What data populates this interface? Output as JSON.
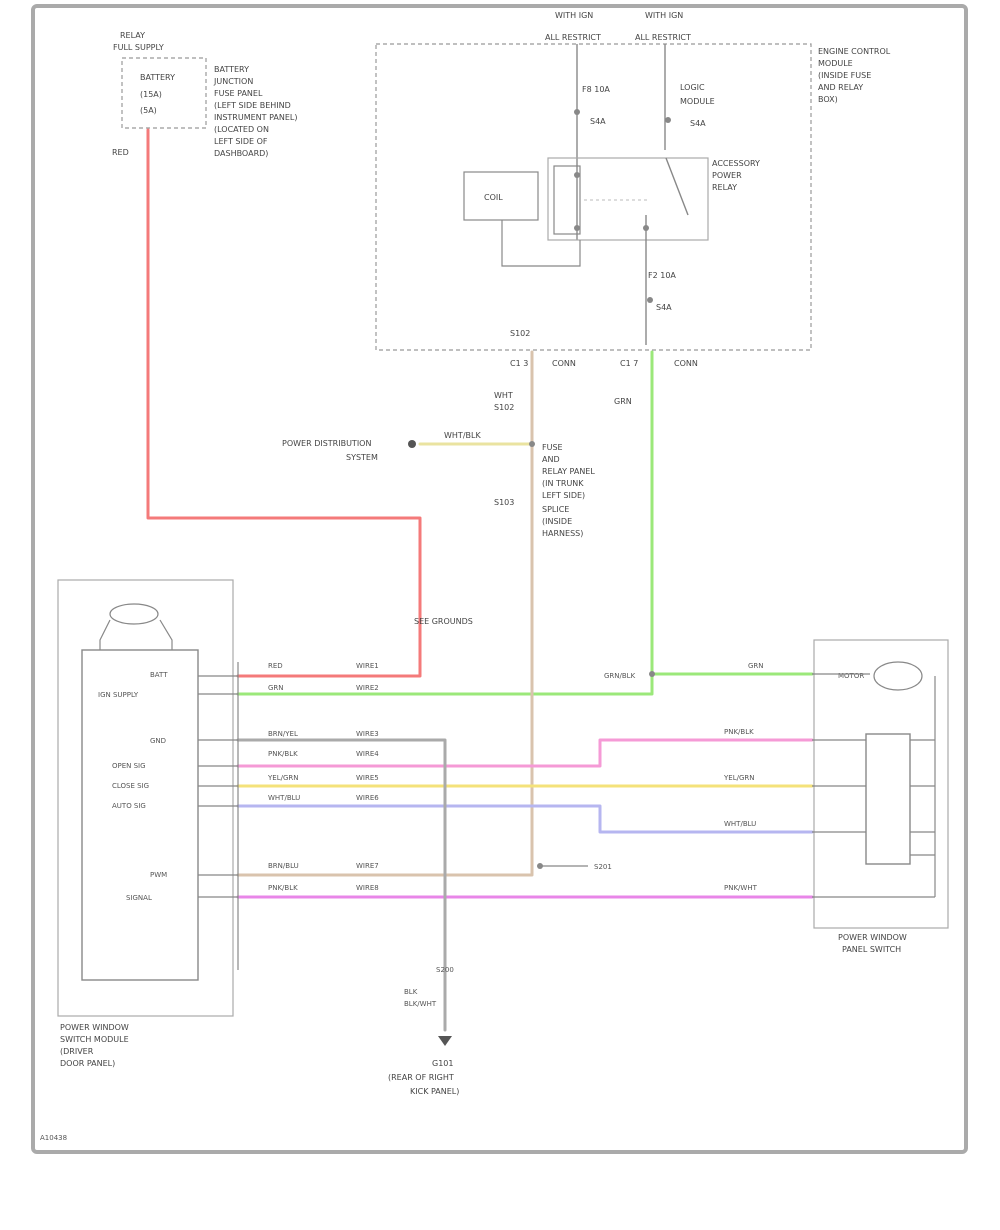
{
  "colors": {
    "red": "#f47a7a",
    "green": "#9be87a",
    "pink": "#f59ad6",
    "yellow": "#f4e27a",
    "blue": "#b6b6f0",
    "magenta": "#e886e8",
    "tan": "#d9c3ad",
    "gray": "#888888"
  },
  "diagram": {
    "top_fuse": [
      "RELAY",
      "FULL SUPPLY"
    ],
    "top_fuse_lines": [
      "BATTERY",
      "(15A)",
      "(5A)"
    ],
    "top_fuse_desc": [
      "BATTERY",
      "JUNCTION",
      "FUSE PANEL",
      "(LEFT SIDE BEHIND",
      "INSTRUMENT PANEL)",
      "(LOCATED ON",
      "LEFT SIDE OF",
      "DASHBOARD)"
    ],
    "wire_top_red": "RED",
    "power_labels": [
      "WITH IGN",
      "WITH IGN"
    ],
    "power_sub": [
      "ALL  RESTRICT",
      "ALL  RESTRICT"
    ],
    "relay_box_desc": [
      "ENGINE CONTROL",
      "MODULE",
      "(INSIDE FUSE",
      "AND RELAY",
      "BOX)"
    ],
    "relay_fuse_left": [
      "F8 10A",
      "S4A"
    ],
    "relay_fuse_right": [
      "LOGIC",
      "MODULE",
      "S4A"
    ],
    "relay_name": [
      "ACCESSORY",
      "POWER",
      "RELAY"
    ],
    "relay_coil": "COIL",
    "relay_lower_fuse": [
      "F2 10A",
      "S4A"
    ],
    "relay_bottom_pins": [
      "C1 3",
      "C1 7"
    ],
    "relay_bottom_pin_desc": [
      "CONN",
      "CONN"
    ],
    "wire_mid_labels": [
      "WHT",
      "GRN"
    ],
    "splice_labels": [
      "S102",
      "S103"
    ],
    "ground_left": "POWER DISTRIBUTION\nSYSTEM",
    "ground_left_wire": "WHT/BLK",
    "splice_desc": [
      "FUSE",
      "AND",
      "RELAY PANEL",
      "(IN TRUNK",
      "LEFT SIDE)"
    ],
    "splice2_desc": [
      "SPLICE",
      "(INSIDE",
      "HARNESS)"
    ],
    "mid_note": "SEE GROUNDS",
    "left_module_pins": [
      "BATT",
      "IGN SUPPLY",
      "GND",
      "OPEN SIG",
      "CLOSE SIG",
      "AUTO SIG",
      "PWM",
      "SIGNAL"
    ],
    "left_module_name": [
      "POWER WINDOW",
      "SWITCH MODULE",
      "(DRIVER",
      "DOOR PANEL)"
    ],
    "left_wire_codes": [
      [
        "RED",
        "WIRE1"
      ],
      [
        "GRN",
        "WIRE2"
      ],
      [
        "BRN/YEL",
        "WIRE3"
      ],
      [
        "PNK/BLK",
        "WIRE4"
      ],
      [
        "YEL/GRN",
        "WIRE5"
      ],
      [
        "WHT/BLU",
        "WIRE6"
      ],
      [
        "BRN/BLU",
        "WIRE7"
      ],
      [
        "PNK/BLK",
        "WIRE8"
      ]
    ],
    "right_wire_labels": [
      "GRN",
      "PNK/BLK",
      "YEL/GRN",
      "WHT/BLU",
      "PNK/WHT"
    ],
    "right_module_name": [
      "POWER WINDOW",
      "PANEL SWITCH"
    ],
    "right_module_motor": "MOTOR",
    "right_wire_green_junction": "GRN/BLK",
    "splice3": "S201",
    "ground_bottom": [
      "G101",
      "(REAR OF RIGHT",
      "KICK PANEL)"
    ],
    "ground_bottom_wire": [
      "BLK",
      "BLK/WHT"
    ],
    "ground_bottom_splice": "S200",
    "footer": "A10438"
  }
}
